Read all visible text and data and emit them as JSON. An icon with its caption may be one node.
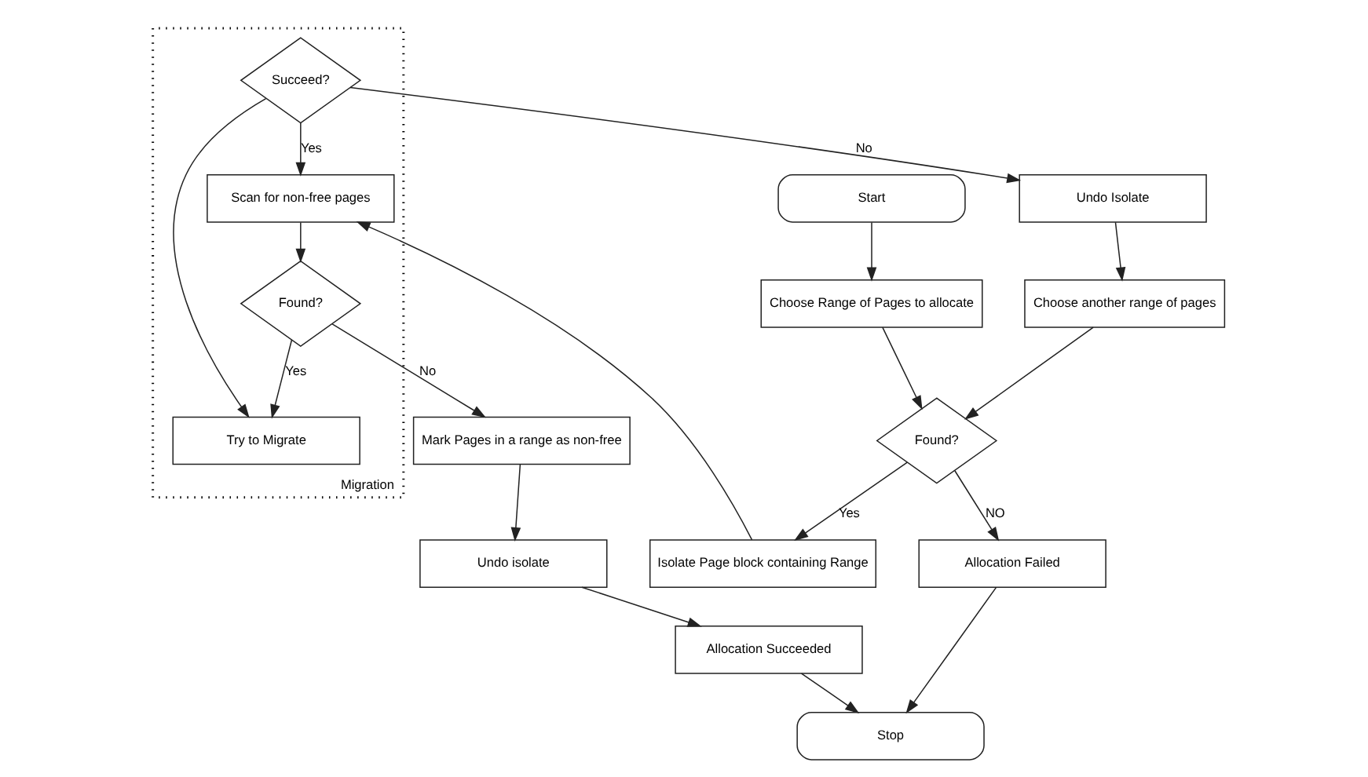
{
  "diagram": {
    "nodes": [
      {
        "text": [
          "Start"
        ]
      },
      {
        "text": [
          "Choose Range of Pages to allocate"
        ]
      },
      {
        "text": [
          "Found?"
        ]
      },
      {
        "text": [
          "Allocation Failed"
        ]
      },
      {
        "text": [
          "Choose another range of pages"
        ]
      },
      {
        "text": [
          "Stop"
        ]
      },
      {
        "text": [
          "Isolate Page block containing Range"
        ]
      },
      {
        "text": [
          "Undo Isolate"
        ]
      },
      {
        "text": [
          "Allocation Succeeded"
        ]
      },
      {
        "text": [
          "Migration"
        ]
      },
      {
        "text": [
          "Scan for non-free pages"
        ],
        "in": 9
      },
      {
        "text": [
          "Succeed?"
        ],
        "in": 9
      },
      {
        "text": [
          "Undo isolate"
        ]
      },
      {
        "text": [
          "Mark Pages in a range as non-free"
        ]
      },
      {
        "text": [
          "Found?"
        ],
        "in": 9
      },
      {
        "text": [
          "Try to Migrate"
        ],
        "in": 9
      }
    ],
    "edges": [
      {
        "from": 0,
        "to": 1,
        "arrow": "to"
      },
      {
        "from": 1,
        "to": 2,
        "arrow": "to"
      },
      {
        "from": 2,
        "to": 3,
        "arrow": "to",
        "label": "NO"
      },
      {
        "from": 4,
        "to": 2,
        "arrow": "to"
      },
      {
        "from": 3,
        "to": 5,
        "arrow": "to"
      },
      {
        "from": 2,
        "to": 6,
        "arrow": "to",
        "label": "Yes"
      },
      {
        "from": 6,
        "to": 10,
        "arrow": "to"
      },
      {
        "from": 11,
        "to": 10,
        "arrow": "to",
        "label": "Yes"
      },
      {
        "from": 11,
        "to": 7,
        "arrow": "to",
        "label": "No"
      },
      {
        "from": 7,
        "to": 4,
        "arrow": "to"
      },
      {
        "from": 10,
        "to": 14,
        "arrow": "to"
      },
      {
        "from": 14,
        "to": 13,
        "arrow": "to",
        "label": "No"
      },
      {
        "from": 14,
        "to": 15,
        "arrow": "to",
        "label": "Yes"
      },
      {
        "from": 11,
        "to": 15,
        "arrow": "to"
      },
      {
        "from": 13,
        "to": 12,
        "arrow": "to"
      },
      {
        "from": 12,
        "to": 8,
        "arrow": "to"
      },
      {
        "from": 8,
        "to": 5,
        "arrow": "to"
      }
    ]
  }
}
